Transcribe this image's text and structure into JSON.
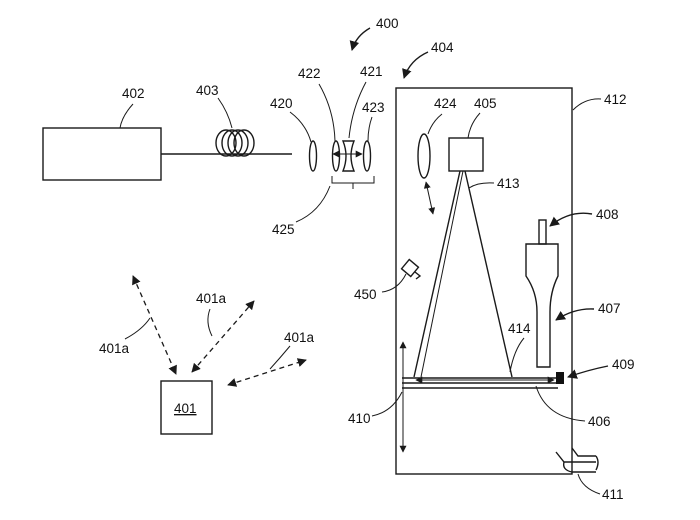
{
  "labels": {
    "l400": "400",
    "l402": "402",
    "l403": "403",
    "l404": "404",
    "l405": "405",
    "l406": "406",
    "l407": "407",
    "l408": "408",
    "l409": "409",
    "l410": "410",
    "l411": "411",
    "l412": "412",
    "l413": "413",
    "l414": "414",
    "l420": "420",
    "l421": "421",
    "l422": "422",
    "l423": "423",
    "l424": "424",
    "l425": "425",
    "l450": "450",
    "l401": "401",
    "l401a_1": "401a",
    "l401a_2": "401a",
    "l401a_3": "401a"
  }
}
